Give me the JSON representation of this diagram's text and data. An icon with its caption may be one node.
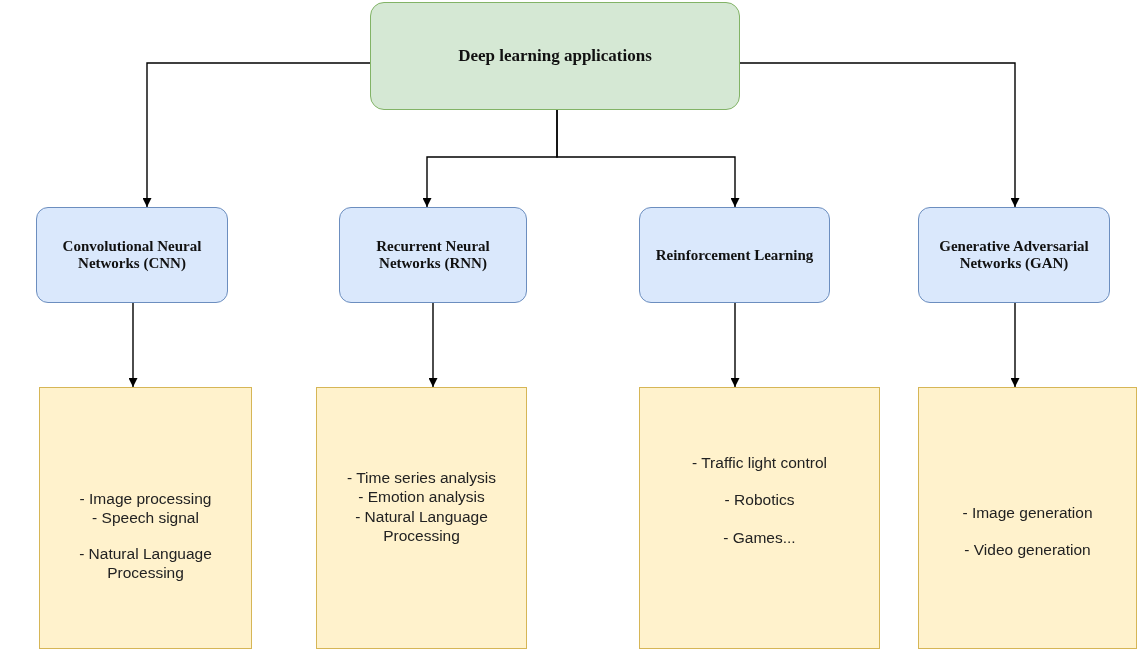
{
  "diagram": {
    "nodes": [
      {
        "text": [
          "Deep learning applications"
        ]
      },
      {
        "text": [
          "Convolutional Neural Networks (CNN)"
        ]
      },
      {
        "text": [
          "Recurrent Neural Networks (RNN)"
        ]
      },
      {
        "text": [
          "Reinforcement Learning"
        ]
      },
      {
        "text": [
          "Generative Adversarial Networks (GAN)"
        ]
      },
      {
        "text": [
          "- Image processing",
          "- Speech signal",
          "- Natural Language Processing"
        ]
      },
      {
        "text": [
          "- Time series analysis",
          "- Emotion analysis",
          "- Natural Language Processing"
        ]
      },
      {
        "text": [
          "- Traffic light control",
          "- Robotics",
          "- Games..."
        ]
      },
      {
        "text": [
          "- Image generation",
          "- Video generation"
        ]
      }
    ],
    "edges": [
      {
        "from": 0,
        "to": 1,
        "arrow": "to"
      },
      {
        "from": 0,
        "to": 2,
        "arrow": "to"
      },
      {
        "from": 0,
        "to": 3,
        "arrow": "to"
      },
      {
        "from": 0,
        "to": 4,
        "arrow": "to"
      },
      {
        "from": 1,
        "to": 5,
        "arrow": "to"
      },
      {
        "from": 2,
        "to": 6,
        "arrow": "to"
      },
      {
        "from": 3,
        "to": 7,
        "arrow": "to"
      },
      {
        "from": 4,
        "to": 8,
        "arrow": "to"
      }
    ]
  }
}
